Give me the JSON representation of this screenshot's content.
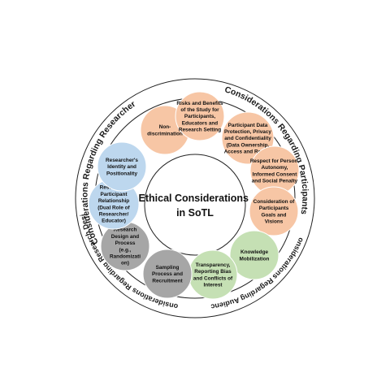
{
  "center": {
    "title_lines": [
      "Ethical Considerations",
      "in SoTL"
    ]
  },
  "sections": [
    {
      "id": "researcher",
      "label": "Considerations Regarding Researcher"
    },
    {
      "id": "participants",
      "label": "Considerations Regarding Participants"
    },
    {
      "id": "audience",
      "label": "Considerations Regarding Audience"
    },
    {
      "id": "design",
      "label": "Considerations Regarding Research Design"
    }
  ],
  "colors": {
    "peach": "#f7c6a5",
    "blue": "#bdd7ee",
    "green": "#c5e0b4",
    "gray": "#a6a6a6",
    "ring": "#222222"
  },
  "bubbles": [
    {
      "group": "researcher",
      "color": "peach",
      "lines": [
        "Non-",
        "discrimination"
      ]
    },
    {
      "group": "participants",
      "color": "peach",
      "lines": [
        "Risks and Benefits",
        "of the Study for",
        "Participants,",
        "Educators and",
        "Research Setting"
      ]
    },
    {
      "group": "participants",
      "color": "peach",
      "lines": [
        "Participant Data",
        "Protection, Privacy",
        "and Confidentiality",
        "(Data Ownership,",
        "Access and Reuse)"
      ]
    },
    {
      "group": "participants",
      "color": "peach",
      "lines": [
        "Respect for Person,",
        "Autonomy,",
        "Informed Consent",
        "and Social Penalty"
      ]
    },
    {
      "group": "participants",
      "color": "peach",
      "lines": [
        "Consideration of",
        "Participants",
        "Goals and",
        "Visions"
      ]
    },
    {
      "group": "audience",
      "color": "green",
      "lines": [
        "Knowledge",
        "Mobilization"
      ]
    },
    {
      "group": "audience",
      "color": "green",
      "lines": [
        "Transparency,",
        "Reporting Bias",
        "and Conflicts of",
        "Interest"
      ]
    },
    {
      "group": "design",
      "color": "gray",
      "lines": [
        "Sampling",
        "Process and",
        "Recruitment"
      ]
    },
    {
      "group": "design",
      "color": "gray",
      "lines": [
        "Research",
        "Design and",
        "Process",
        "(e.g.,",
        "Randomizati",
        "on)"
      ]
    },
    {
      "group": "researcher",
      "color": "blue",
      "lines": [
        "Researcher",
        "Participant",
        "Relationship",
        "(Dual Role of",
        "Researcher/",
        "Educator)"
      ]
    },
    {
      "group": "researcher",
      "color": "blue",
      "lines": [
        "Researcher's",
        "Identity and",
        "Positionality"
      ]
    }
  ]
}
